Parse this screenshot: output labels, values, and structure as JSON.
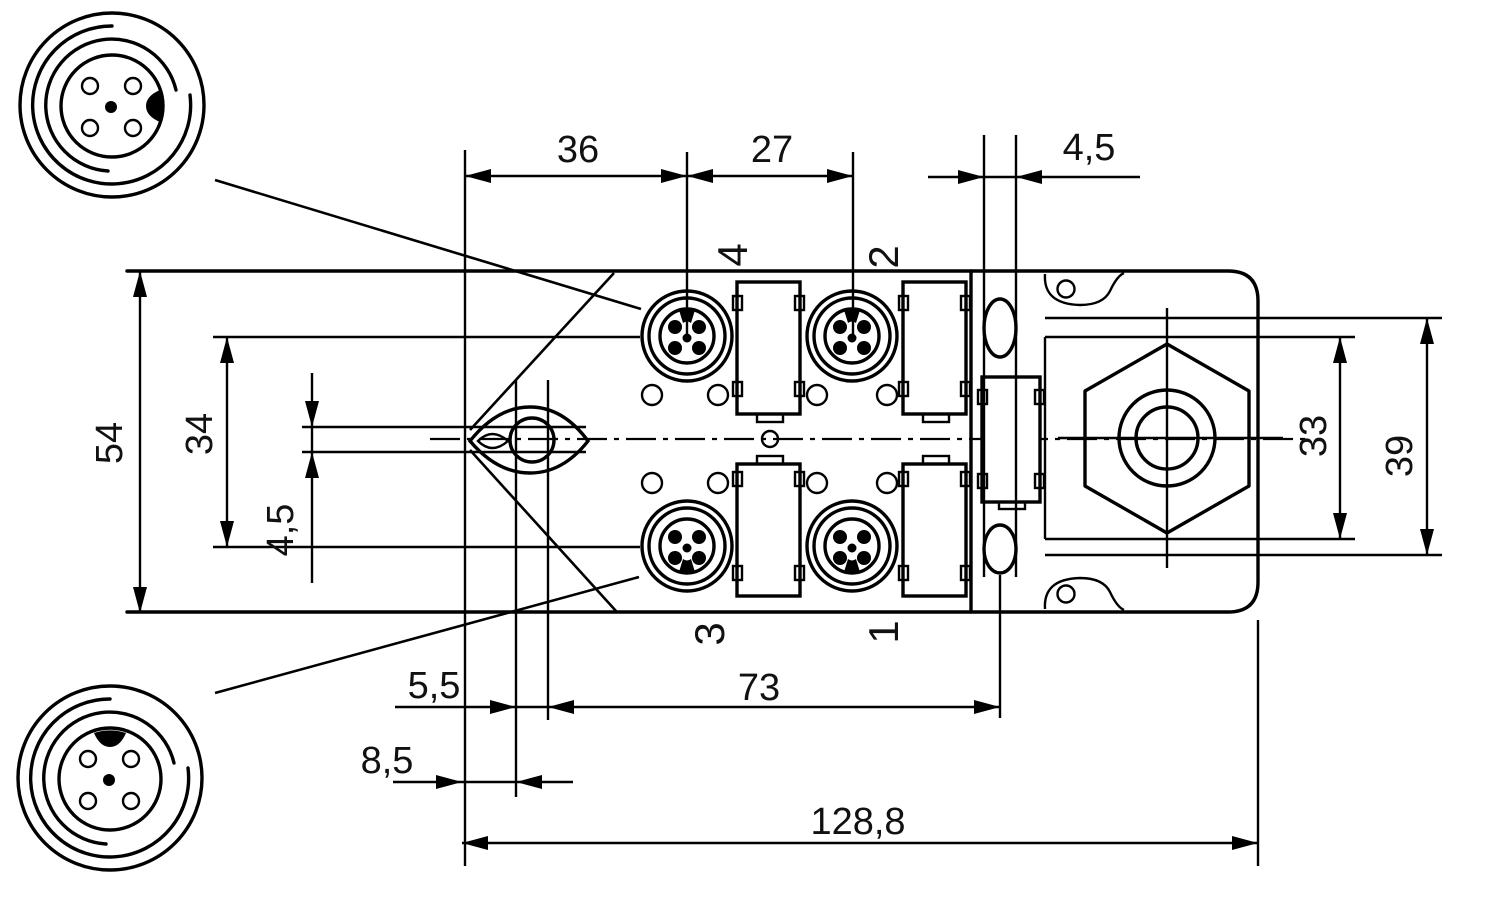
{
  "dimensions": {
    "width_36": "36",
    "width_27": "27",
    "slot_45_top": "4,5",
    "height_54": "54",
    "height_34": "34",
    "slot_45_left": "4,5",
    "width_55": "5,5",
    "width_73": "73",
    "width_85": "8,5",
    "total_length": "128,8",
    "height_33": "33",
    "height_39": "39"
  },
  "ports": {
    "top_left": "4",
    "top_right": "2",
    "bottom_left": "3",
    "bottom_right": "1"
  },
  "colors": {
    "line": "#000000",
    "background": "#ffffff"
  }
}
